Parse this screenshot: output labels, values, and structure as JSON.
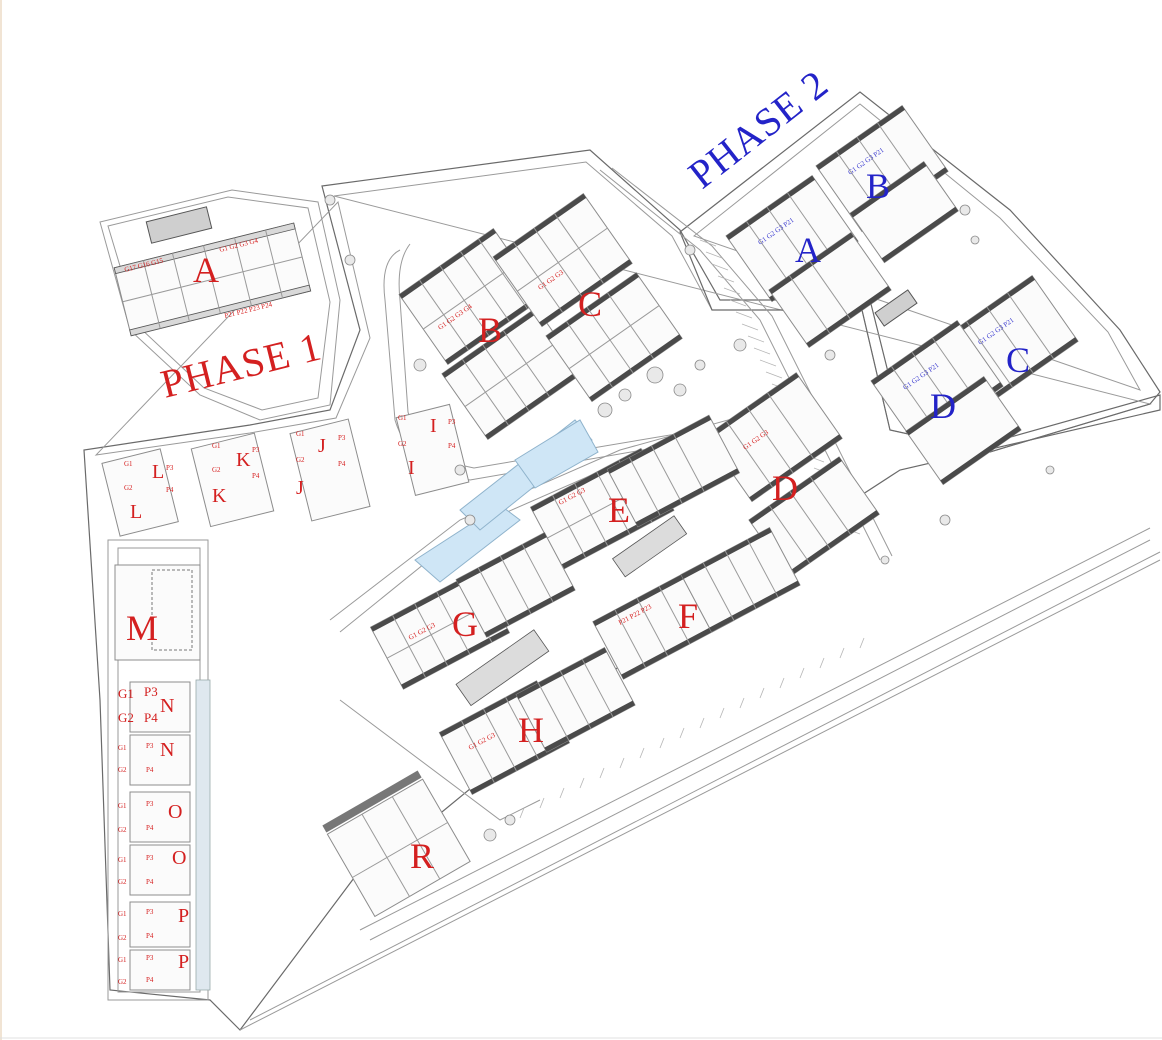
{
  "map": {
    "phase1": {
      "label": "PHASE 1",
      "color": "#d42020"
    },
    "phase2": {
      "label": "PHASE 2",
      "color": "#2323c8"
    },
    "phase1_blocks": [
      "A",
      "B",
      "C",
      "D",
      "E",
      "F",
      "G",
      "H",
      "M",
      "R"
    ],
    "phase2_blocks": [
      "A",
      "B",
      "C",
      "D"
    ],
    "small_blocks": [
      "I",
      "I",
      "J",
      "J",
      "K",
      "K",
      "L",
      "L",
      "N",
      "N",
      "O",
      "O",
      "P",
      "P"
    ],
    "unit_labels": [
      "G1",
      "G2",
      "P3",
      "P4"
    ]
  }
}
